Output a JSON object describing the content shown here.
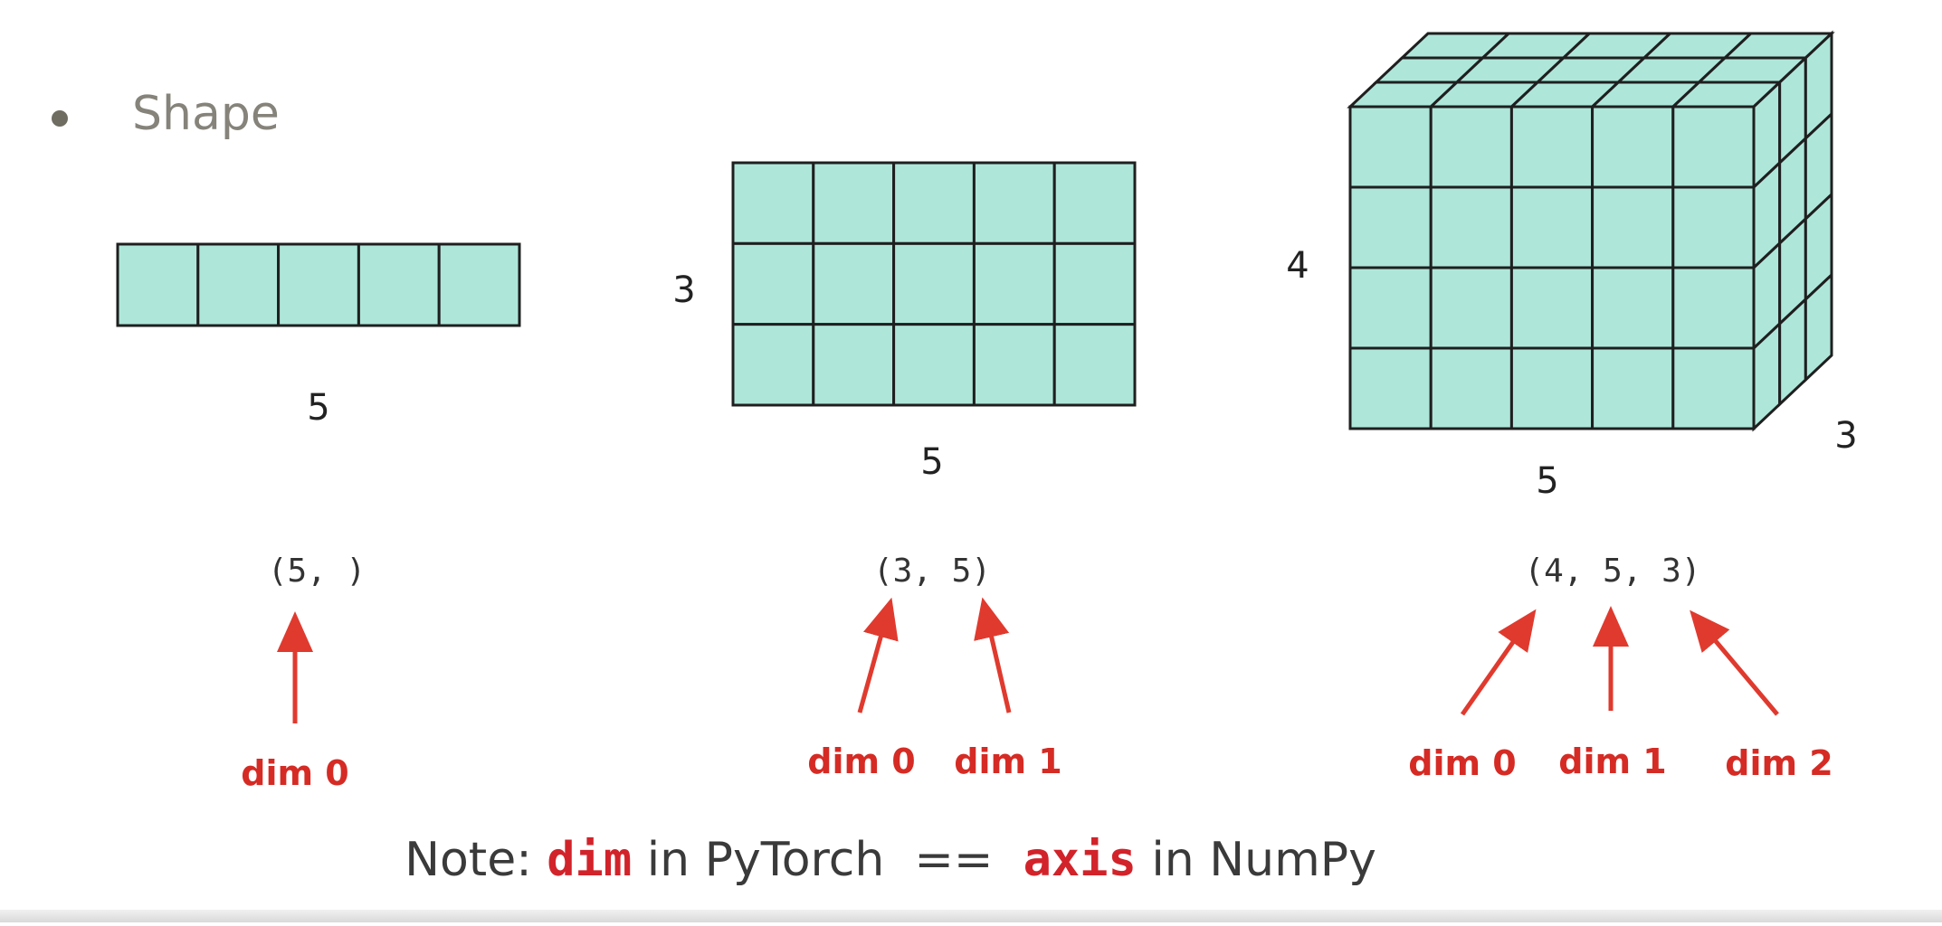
{
  "bullet": {
    "label": "Shape",
    "text_color": "#85837a",
    "dot_color": "#6f6d62"
  },
  "colors": {
    "cell_fill": "#aee7da",
    "cell_stroke": "#1f1f1f",
    "arrow": "#e03a2e",
    "dim_label": "#d52b24",
    "code": "#333333",
    "note": "#3a3a3a",
    "note_keyword": "#d2232a"
  },
  "diagrams": [
    {
      "kind": "1d",
      "rows": 1,
      "cols": 5,
      "labels": {
        "bottom": "5"
      },
      "shape_text": "(5, )",
      "dims": [
        "dim 0"
      ]
    },
    {
      "kind": "2d",
      "rows": 3,
      "cols": 5,
      "labels": {
        "left": "3",
        "bottom": "5"
      },
      "shape_text": "(3, 5)",
      "dims": [
        "dim 0",
        "dim 1"
      ]
    },
    {
      "kind": "3d",
      "rows": 4,
      "cols": 5,
      "depth": 3,
      "labels": {
        "left": "4",
        "bottom": "5",
        "depth": "3"
      },
      "shape_text": "(4, 5, 3)",
      "dims": [
        "dim 0",
        "dim 1",
        "dim 2"
      ]
    }
  ],
  "note": {
    "prefix": "Note: ",
    "keyword1": "dim",
    "middle": " in PyTorch  ==  ",
    "keyword2": "axis",
    "suffix": " in NumPy"
  }
}
